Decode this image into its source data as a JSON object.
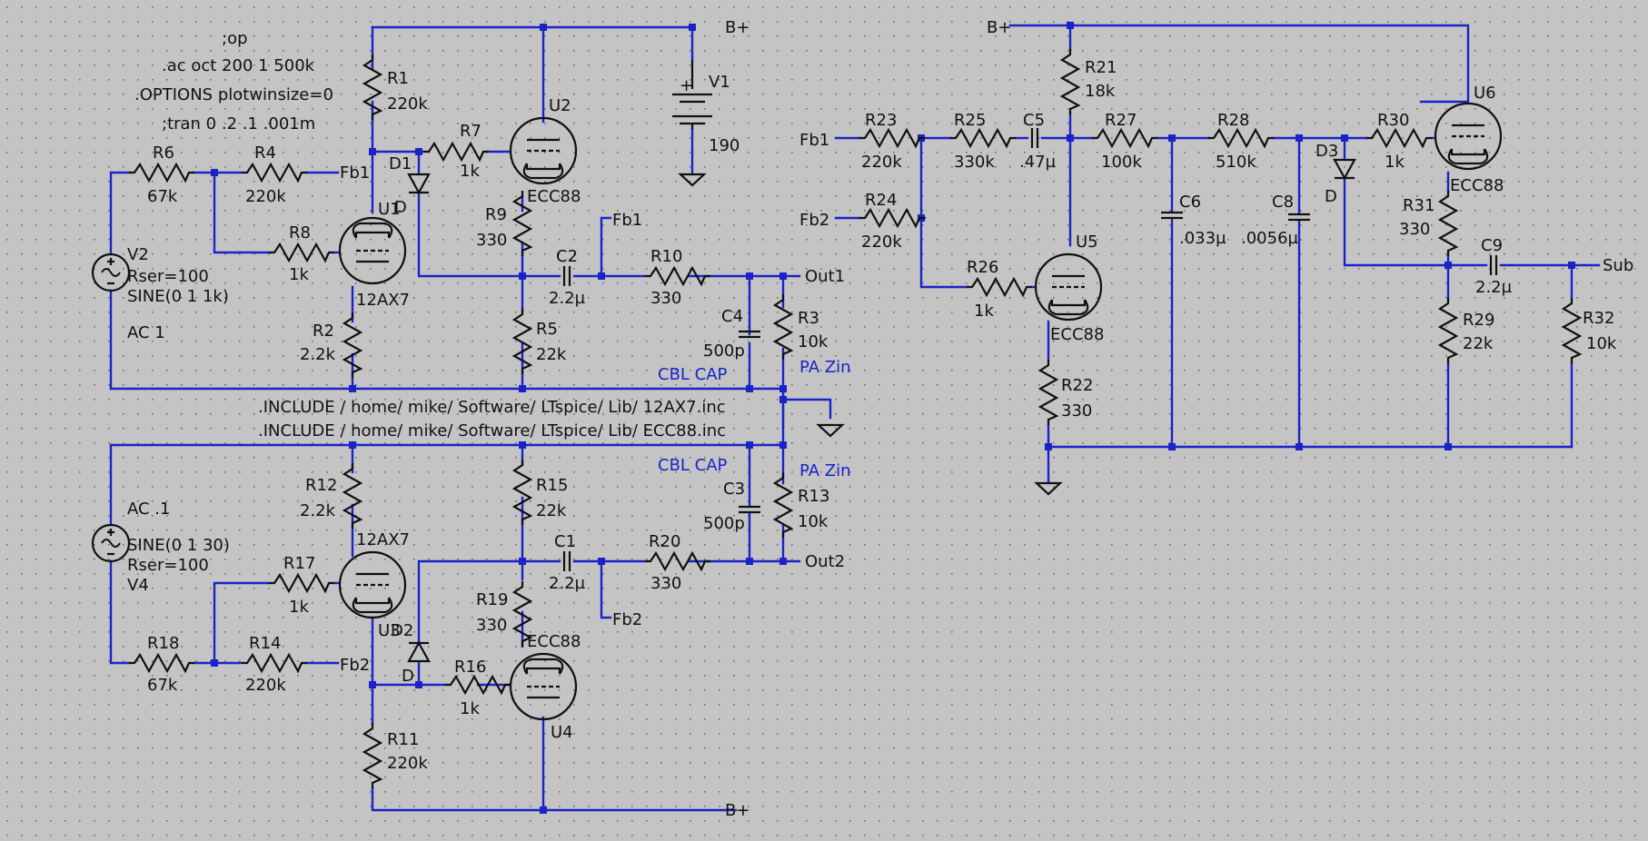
{
  "directives": {
    "op": ";op",
    "ac": ".ac oct 200 1 500k",
    "options": ".OPTIONS plotwinsize=0",
    "tran": ";tran 0 .2 .1 .001m",
    "include1": ".INCLUDE / home/ mike/ Software/ LTspice/ Lib/ 12AX7.inc",
    "include2": ".INCLUDE / home/ mike/ Software/ LTspice/ Lib/ ECC88.inc"
  },
  "nets": {
    "bplus": "B+",
    "fb1": "Fb1",
    "fb2": "Fb2",
    "out1": "Out1",
    "out2": "Out2",
    "sub": "Sub"
  },
  "notes": {
    "cbl_cap": "CBL CAP",
    "pa_zin": "PA Zin"
  },
  "components": {
    "R1": {
      "name": "R1",
      "value": "220k"
    },
    "R2": {
      "name": "R2",
      "value": "2.2k"
    },
    "R3": {
      "name": "R3",
      "value": "10k"
    },
    "R4": {
      "name": "R4",
      "value": "220k"
    },
    "R5": {
      "name": "R5",
      "value": "22k"
    },
    "R6": {
      "name": "R6",
      "value": "67k"
    },
    "R7": {
      "name": "R7",
      "value": "1k"
    },
    "R8": {
      "name": "R8",
      "value": "1k"
    },
    "R9": {
      "name": "R9",
      "value": "330"
    },
    "R10": {
      "name": "R10",
      "value": "330"
    },
    "R11": {
      "name": "R11",
      "value": "220k"
    },
    "R12": {
      "name": "R12",
      "value": "2.2k"
    },
    "R13": {
      "name": "R13",
      "value": "10k"
    },
    "R14": {
      "name": "R14",
      "value": "220k"
    },
    "R15": {
      "name": "R15",
      "value": "22k"
    },
    "R16": {
      "name": "R16",
      "value": "1k"
    },
    "R17": {
      "name": "R17",
      "value": "1k"
    },
    "R18": {
      "name": "R18",
      "value": "67k"
    },
    "R19": {
      "name": "R19",
      "value": "330"
    },
    "R20": {
      "name": "R20",
      "value": "330"
    },
    "R21": {
      "name": "R21",
      "value": "18k"
    },
    "R22": {
      "name": "R22",
      "value": "330"
    },
    "R23": {
      "name": "R23",
      "value": "220k"
    },
    "R24": {
      "name": "R24",
      "value": "220k"
    },
    "R25": {
      "name": "R25",
      "value": "330k"
    },
    "R26": {
      "name": "R26",
      "value": "1k"
    },
    "R27": {
      "name": "R27",
      "value": "100k"
    },
    "R28": {
      "name": "R28",
      "value": "510k"
    },
    "R29": {
      "name": "R29",
      "value": "22k"
    },
    "R30": {
      "name": "R30",
      "value": "1k"
    },
    "R31": {
      "name": "R31",
      "value": "330"
    },
    "R32": {
      "name": "R32",
      "value": "10k"
    },
    "C1": {
      "name": "C1",
      "value": "2.2µ"
    },
    "C2": {
      "name": "C2",
      "value": "2.2µ"
    },
    "C3": {
      "name": "C3",
      "value": "500p"
    },
    "C4": {
      "name": "C4",
      "value": "500p"
    },
    "C5": {
      "name": "C5",
      "value": ".47µ"
    },
    "C6": {
      "name": "C6",
      "value": ".033µ"
    },
    "C8": {
      "name": "C8",
      "value": ".0056µ"
    },
    "C9": {
      "name": "C9",
      "value": "2.2µ"
    },
    "D1": {
      "name": "D1",
      "value": "D"
    },
    "D2": {
      "name": "D2",
      "value": "D"
    },
    "D3": {
      "name": "D3",
      "value": "D"
    },
    "U1": {
      "name": "U1",
      "value": "12AX7"
    },
    "U2": {
      "name": "U2",
      "value": "ECC88"
    },
    "U3": {
      "name": "U3",
      "value": "12AX7"
    },
    "U4": {
      "name": "U4",
      "value": "ECC88"
    },
    "U5": {
      "name": "U5",
      "value": "ECC88"
    },
    "U6": {
      "name": "U6",
      "value": "ECC88"
    },
    "V1": {
      "name": "V1",
      "value": "190"
    },
    "V2": {
      "name": "V2",
      "rser": "Rser=100",
      "sine": "SINE(0 1 1k)",
      "ac": "AC 1"
    },
    "V4": {
      "name": "V4",
      "rser": "Rser=100",
      "sine": "SINE(0 1 30)",
      "ac": "AC .1"
    }
  }
}
